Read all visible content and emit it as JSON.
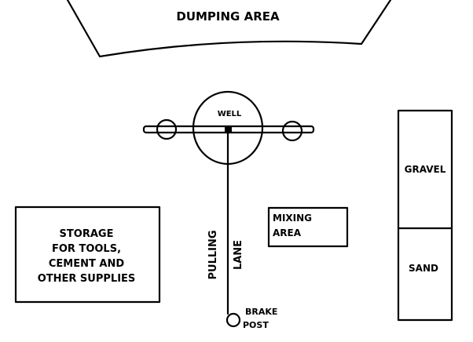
{
  "labels": {
    "dumping_area": "DUMPING AREA",
    "well": "WELL",
    "pulling": "PULLING",
    "lane": "LANE",
    "mixing_area": [
      "MIXING",
      "AREA"
    ],
    "storage": [
      "STORAGE",
      "FOR TOOLS,",
      "CEMENT AND",
      "OTHER SUPPLIES"
    ],
    "gravel": "GRAVEL",
    "sand": "SAND",
    "brake_post": [
      "BRAKE",
      "POST"
    ]
  }
}
